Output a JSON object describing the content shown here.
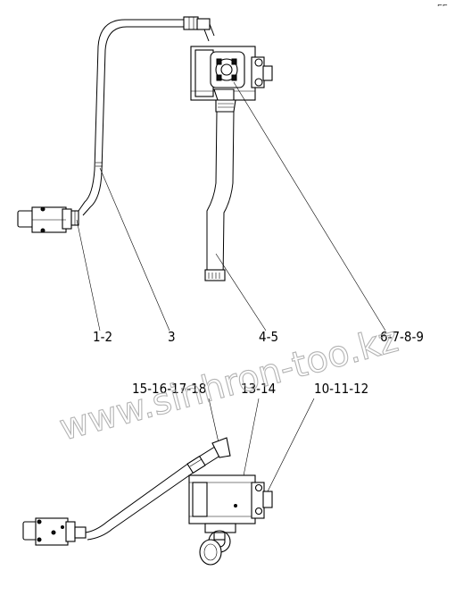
{
  "labels": {
    "callout_1_2": "1-2",
    "callout_3": "3",
    "callout_4_5": "4-5",
    "callout_6_7_8_9": "6-7-8-9",
    "callout_15_16_17_18": "15-16-17-18",
    "callout_13_14": "13-14",
    "callout_10_11_12": "10-11-12"
  },
  "watermark": "www.sinhron-too.kz",
  "corner_mark": "⌐⌐"
}
